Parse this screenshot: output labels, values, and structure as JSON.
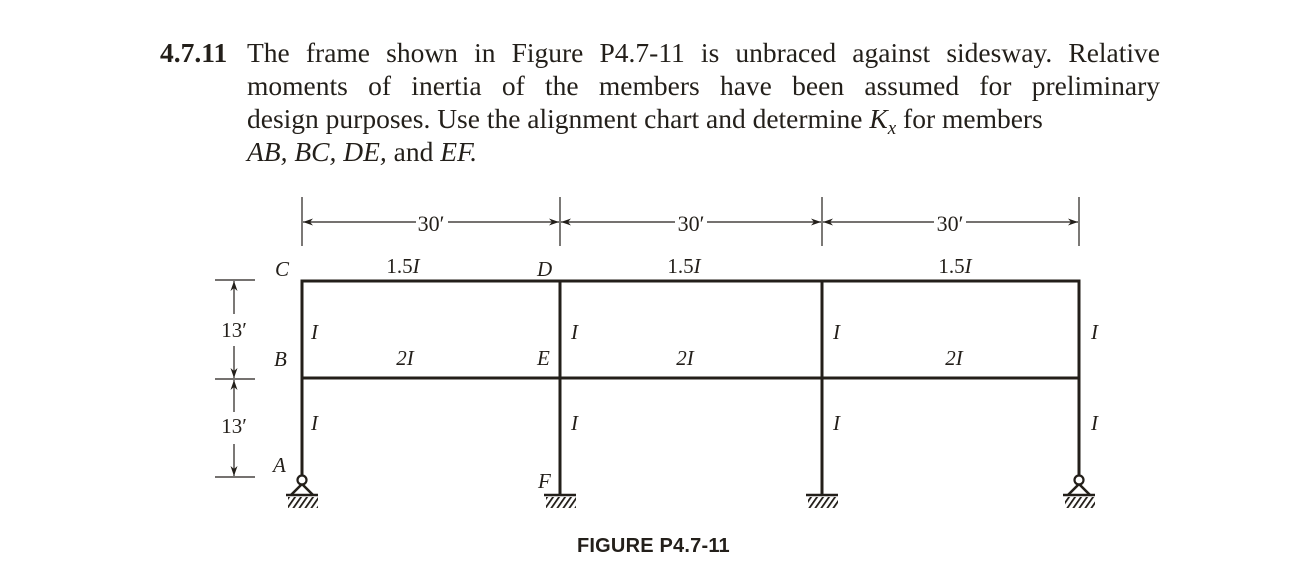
{
  "problem": {
    "number": "4.7.11",
    "lines": [
      "The frame shown in Figure P4.7-11 is unbraced against sidesway. Relative",
      "moments of inertia of the members have been assumed for preliminary",
      "design purposes. Use the alignment chart and determine"
    ],
    "k_symbol": "K",
    "k_subscript": "x",
    "line3_end": " for members",
    "line4_members": "AB, BC, DE,",
    "line4_and": " and ",
    "line4_last": "EF."
  },
  "figure": {
    "caption": "FIGURE P4.7-11",
    "spans": [
      {
        "label": "30′"
      },
      {
        "label": "30′"
      },
      {
        "label": "30′"
      }
    ],
    "stories": [
      {
        "label": "13′"
      },
      {
        "label": "13′"
      }
    ],
    "joints": {
      "A": "A",
      "B": "B",
      "C": "C",
      "D": "D",
      "E": "E",
      "F": "F"
    },
    "roof_beams": [
      "1.5I",
      "1.5I",
      "1.5I"
    ],
    "floor_beams": [
      "2I",
      "2I",
      "2I"
    ],
    "upper_columns": [
      "I",
      "I",
      "I",
      "I"
    ],
    "lower_columns": [
      "I",
      "I",
      "I",
      "I"
    ],
    "supports": [
      "pinned",
      "fixed",
      "fixed",
      "pinned"
    ],
    "line_color": "#231f1a"
  }
}
